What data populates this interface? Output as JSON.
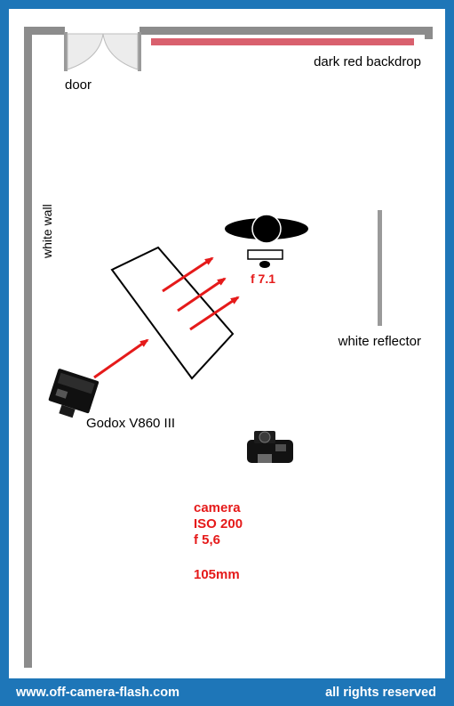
{
  "labels": {
    "door": "door",
    "backdrop": "dark red backdrop",
    "wall": "white wall",
    "reflector": "white reflector",
    "subject_aperture": "f 7.1",
    "flash": "Godox V860 III"
  },
  "camera_settings": [
    "camera",
    "ISO 200",
    "f 5,6",
    "105mm"
  ],
  "footer": {
    "website": "www.off-camera-flash.com",
    "rights": "all rights reserved"
  },
  "colors": {
    "border": "#1e76b8",
    "backdrop": "#d9606e",
    "arrow": "#e51a1a",
    "red_text": "#e51a1a",
    "wall": "#8c8c8c",
    "reflector": "#9a9a9a"
  }
}
